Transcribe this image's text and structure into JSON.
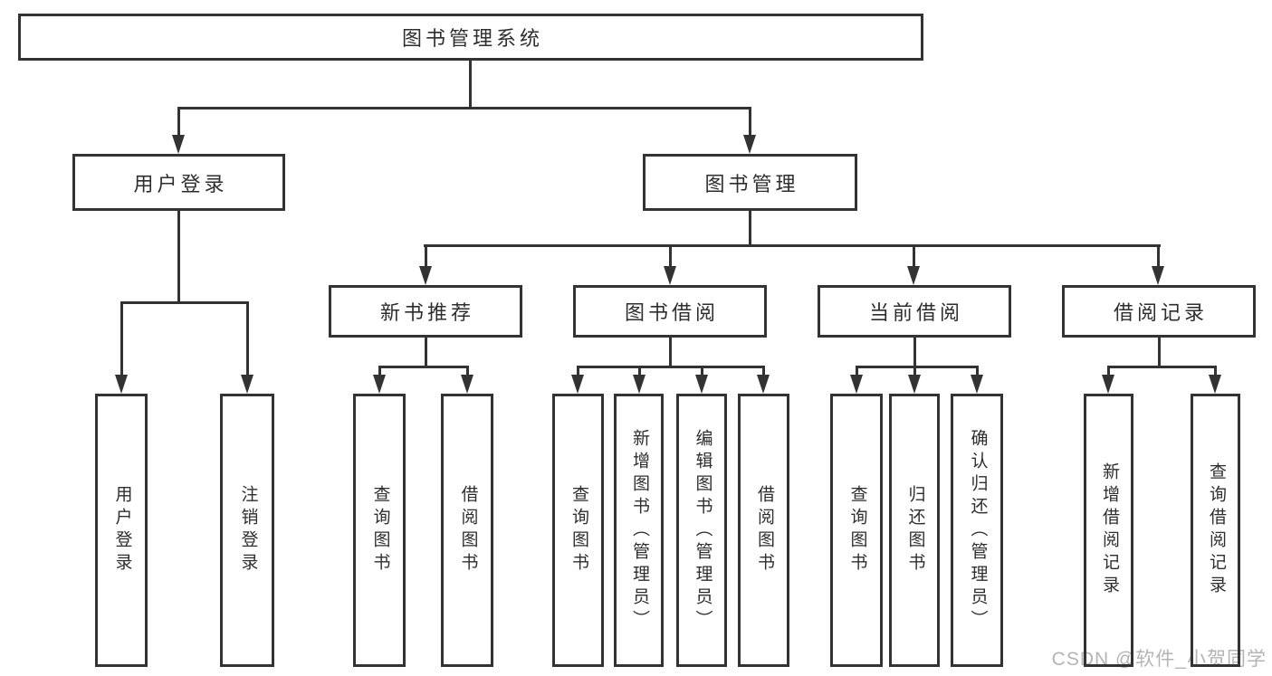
{
  "nodes": {
    "root": "图书管理系统",
    "user_login": "用户登录",
    "book_management": "图书管理",
    "new_book_recommendation": "新书推荐",
    "book_borrowing": "图书借阅",
    "current_borrowing": "当前借阅",
    "borrowing_records": "借阅记录",
    "user_login_children": [
      "用户登录",
      "注销登录"
    ],
    "new_book_children": [
      "查询图书",
      "借阅图书"
    ],
    "book_borrowing_children": [
      "查询图书",
      "新增图书（管理员）",
      "编辑图书（管理员）",
      "借阅图书"
    ],
    "current_borrowing_children": [
      "查询图书",
      "归还图书",
      "确认归还（管理员）"
    ],
    "borrowing_records_children": [
      "新增借阅记录",
      "查询借阅记录"
    ]
  },
  "watermark": "CSDN @软件_小贺同学",
  "colors": {
    "line": "#333333",
    "box_border": "#333333",
    "box_fill": "#ffffff",
    "text": "#2e2e2e",
    "watermark": "#b4b4b4"
  }
}
